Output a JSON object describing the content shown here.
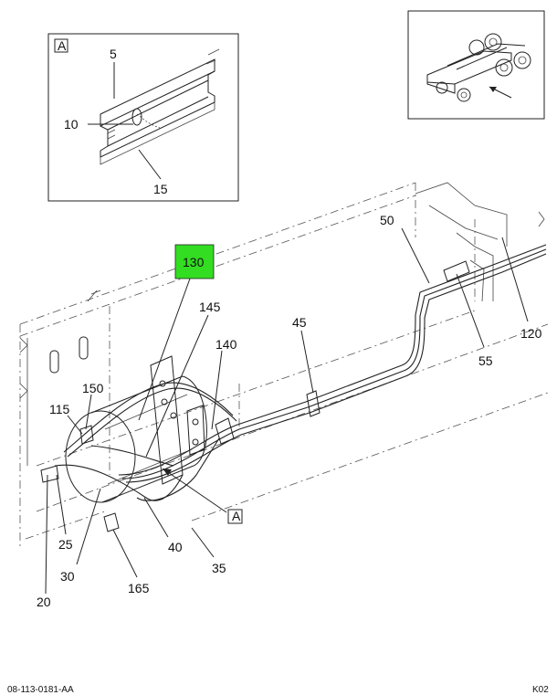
{
  "callouts": {
    "c5": "5",
    "c10": "10",
    "c15": "15",
    "c130": "130",
    "c145": "145",
    "c140": "140",
    "c45": "45",
    "c50": "50",
    "c55": "55",
    "c120": "120",
    "c150": "150",
    "c115": "115",
    "c25": "25",
    "c20": "20",
    "c30": "30",
    "c40": "40",
    "c35": "35",
    "c165": "165"
  },
  "detail_marks": {
    "inset": "A",
    "main": "A"
  },
  "footer": {
    "drawing_number": "08-113-0181-AA",
    "sheet_code": "K02"
  },
  "colors": {
    "highlight": "#33dd22",
    "line": "#222222"
  }
}
